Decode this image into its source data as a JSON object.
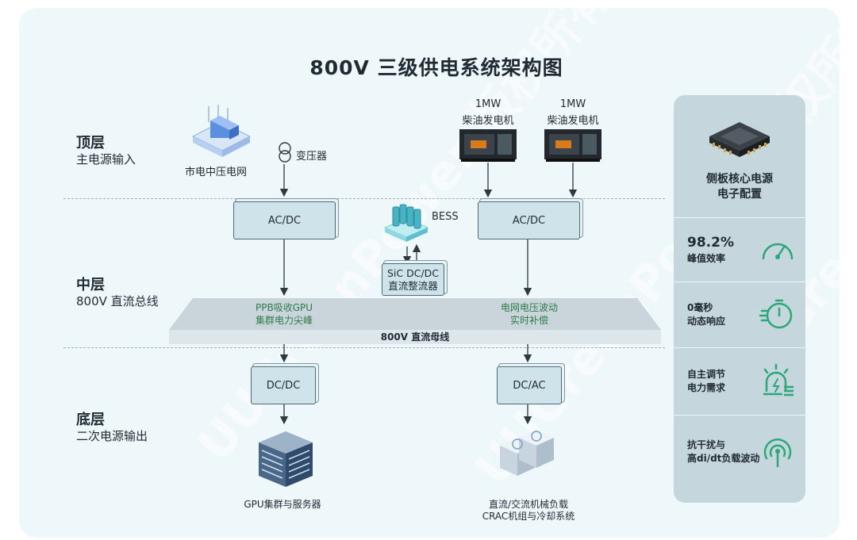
{
  "title": "800V 三级供电系统架构图",
  "layers": {
    "top": {
      "title": "顶层",
      "sub": "主电源输入"
    },
    "mid": {
      "title": "中层",
      "sub": "800V 直流总线"
    },
    "bottom": {
      "title": "底层",
      "sub": "二次电源输出"
    }
  },
  "top_nodes": {
    "grid": "市电中压电网",
    "transformer": "变压器",
    "gen1": [
      "1MW",
      "柴油发电机"
    ],
    "gen2": [
      "1MW",
      "柴油发电机"
    ]
  },
  "converters": {
    "acdc_left": "AC/DC",
    "acdc_right": "AC/DC",
    "bess": "BESS",
    "sic": [
      "SiC DC/DC",
      "直流整流器"
    ],
    "dcdc": "DC/DC",
    "dcac": "DC/AC"
  },
  "bus": {
    "left_label": [
      "PPB吸收GPU",
      "集群电力尖峰"
    ],
    "right_label": [
      "电网电压波动",
      "实时补偿"
    ],
    "name": "800V 直流母线"
  },
  "outputs": {
    "gpu": "GPU集群与服务器",
    "crac": [
      "直流/交流机械负载",
      "CRAC机组与冷却系统"
    ]
  },
  "sidebar": {
    "heading": [
      "侧板核心电源",
      "电子配置"
    ],
    "metrics": [
      {
        "value": "98.2%",
        "label": [
          "峰值效率"
        ],
        "icon": "gauge-icon"
      },
      {
        "value": "",
        "label": [
          "0毫秒",
          "动态响应"
        ],
        "icon": "stopwatch-icon"
      },
      {
        "value": "",
        "label": [
          "自主调节",
          "电力需求"
        ],
        "icon": "adjust-alarm-icon"
      },
      {
        "value": "",
        "label": [
          "抗干扰与",
          "高di/dt负载波动"
        ],
        "icon": "signal-wave-icon"
      }
    ]
  },
  "watermark": "UUGreenPower 版权所有",
  "colors": {
    "accent_green": "#2aa877",
    "box_fill": "#cfe4ea",
    "bus_fill": "#c9d5da",
    "text": "#1f2a33"
  }
}
